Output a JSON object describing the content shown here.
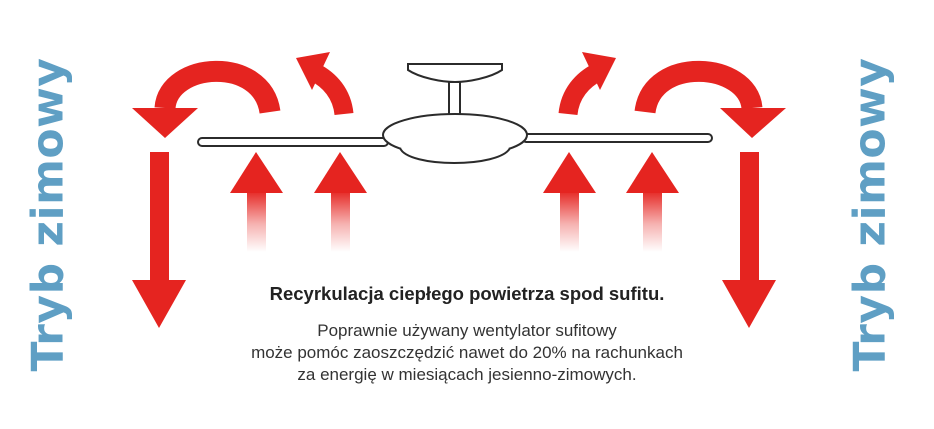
{
  "side_label": "Tryb zimowy",
  "headline": "Recyrkulacja ciepłego powietrza spod sufitu.",
  "body_lines": [
    "Poprawnie używany wentylator sufitowy",
    "może pomóc zaoszczędzić nawet do 20% na rachunkach",
    "za energię w miesiącach jesienno-zimowych."
  ],
  "colors": {
    "arrow_red": "#e52420",
    "label_blue": "#5f9fc4",
    "outline": "#2b2b2b"
  },
  "icons": [
    "ceiling-fan-icon",
    "arrow-up-icon",
    "arrow-down-icon",
    "curved-arrow-icon"
  ]
}
